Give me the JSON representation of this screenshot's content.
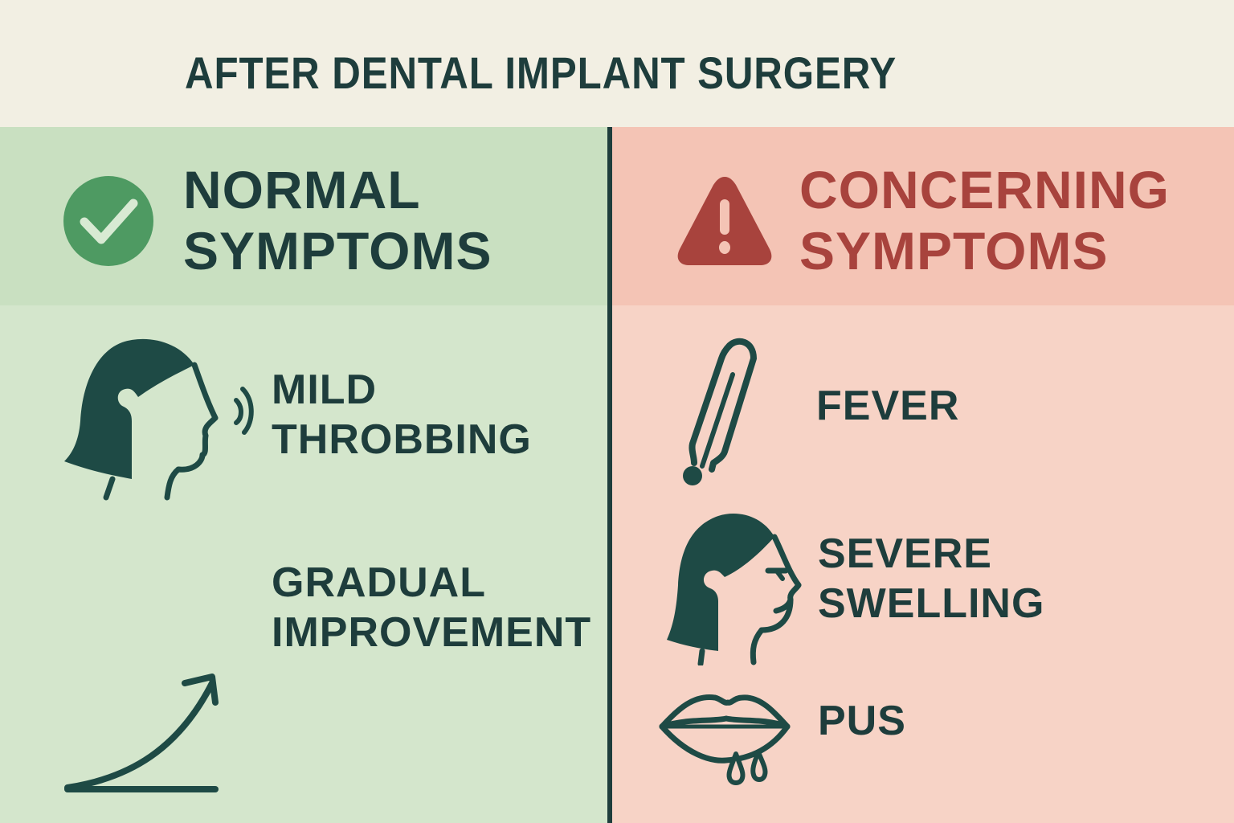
{
  "title": "AFTER DENTAL IMPLANT SURGERY",
  "colors": {
    "background": "#f2efe3",
    "text_dark": "#1e3d3c",
    "normal_panel": "#d4e6cc",
    "normal_header": "#c9e0c1",
    "normal_accent": "#4e9a62",
    "concern_panel": "#f7d3c6",
    "concern_header": "#f4c4b5",
    "concern_accent": "#a8433d"
  },
  "normal": {
    "icon": "check-circle-icon",
    "title_line1": "NORMAL",
    "title_line2": "SYMPTOMS",
    "items": [
      {
        "icon": "head-profile-throbbing-icon",
        "line1": "MILD",
        "line2": "THROBBING"
      },
      {
        "icon": "rising-curve-arrow-icon",
        "line1": "GRADUAL",
        "line2": "IMPROVEMENT"
      }
    ]
  },
  "concerning": {
    "icon": "warning-triangle-icon",
    "title_line1": "CONCERNING",
    "title_line2": "SYMPTOMS",
    "items": [
      {
        "icon": "thermometer-icon",
        "line1": "FEVER"
      },
      {
        "icon": "head-profile-swelling-icon",
        "line1": "SEVERE",
        "line2": "SWELLING"
      },
      {
        "icon": "lips-dripping-icon",
        "line1": "PUS"
      }
    ]
  }
}
